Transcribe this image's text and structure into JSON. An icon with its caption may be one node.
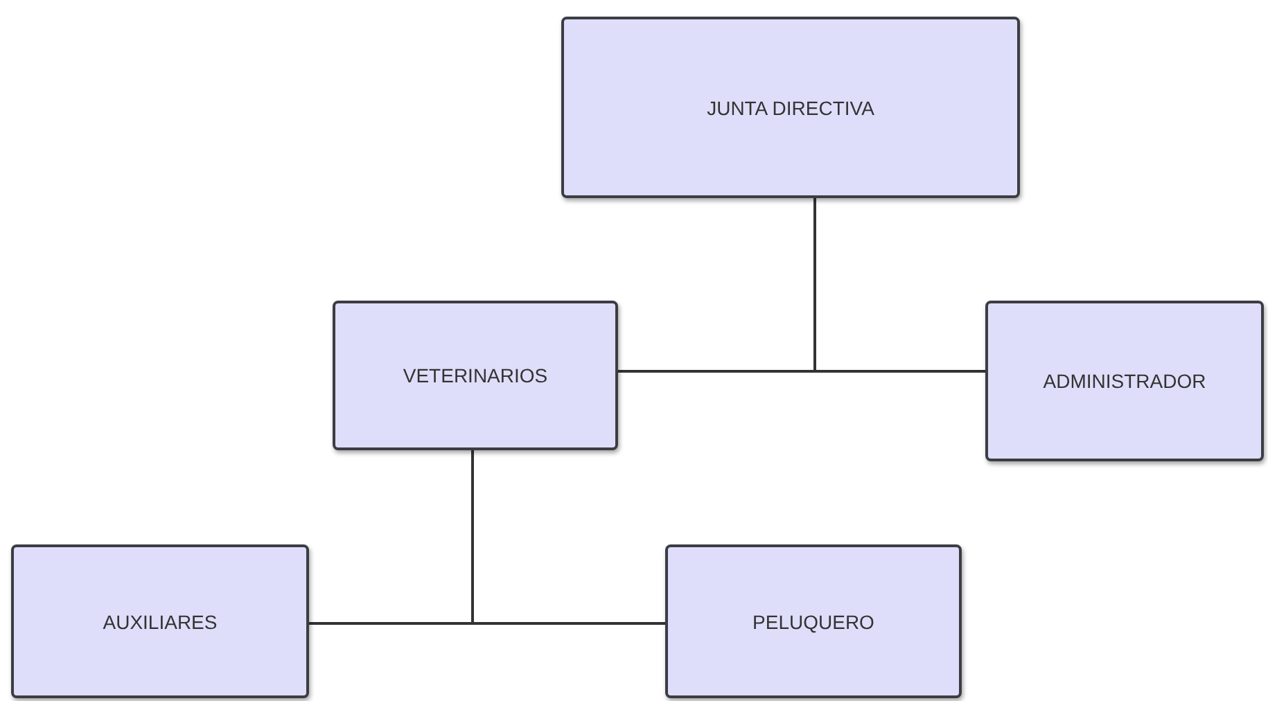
{
  "diagram": {
    "nodes": [
      {
        "text": [
          "JUNTA DIRECTIVA"
        ]
      },
      {
        "text": [
          "VETERINARIOS"
        ]
      },
      {
        "text": [
          "ADMINISTRADOR"
        ]
      },
      {
        "text": [
          "AUXILIARES"
        ]
      },
      {
        "text": [
          "PELUQUERO"
        ]
      }
    ],
    "edges": [
      {
        "from": 0,
        "to": 1,
        "arrow": "none"
      },
      {
        "from": 0,
        "to": 2,
        "arrow": "none"
      },
      {
        "from": 1,
        "to": 3,
        "arrow": "none"
      },
      {
        "from": 1,
        "to": 4,
        "arrow": "none"
      }
    ]
  }
}
